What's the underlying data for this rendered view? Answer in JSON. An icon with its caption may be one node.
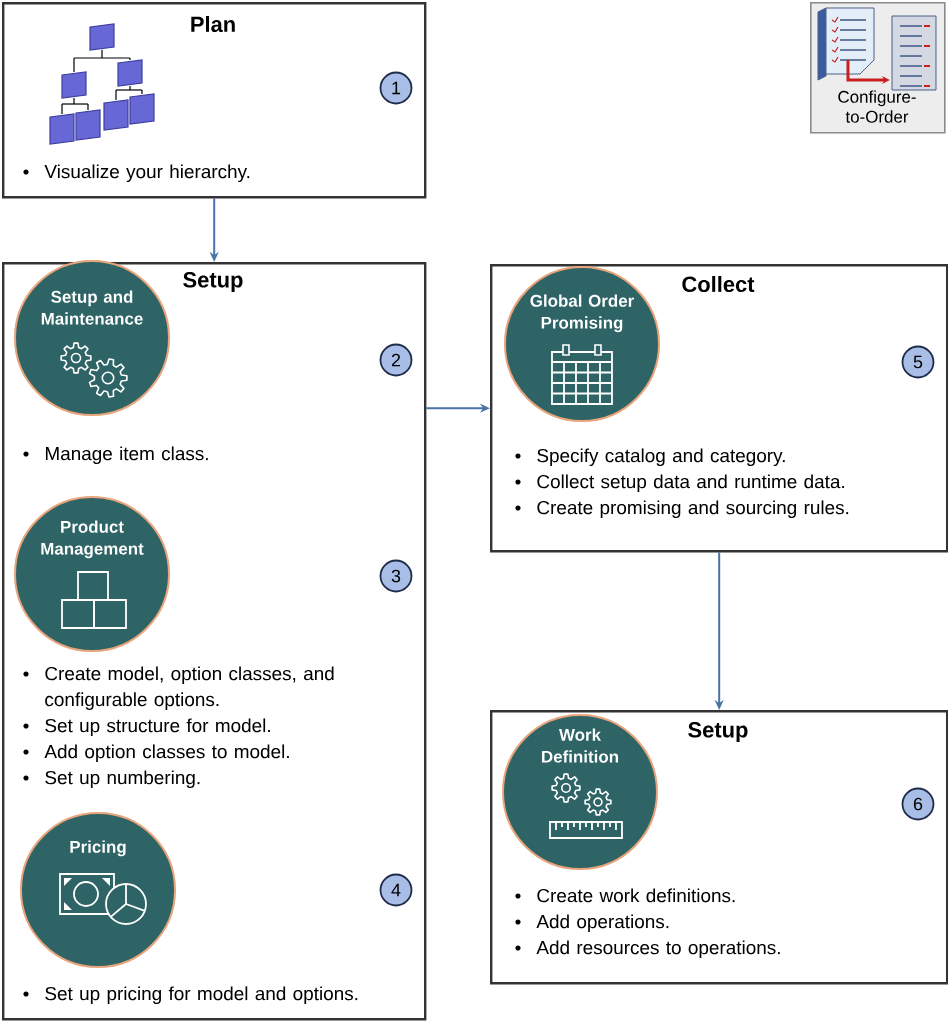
{
  "diagram": {
    "nodes": [
      {
        "text": [
          "Plan",
          "Visualize your hierarchy."
        ]
      },
      {
        "text": [
          "1"
        ],
        "in": 0
      },
      {
        "text": [
          "Setup",
          "Manage item class.",
          "Create model, option classes, and configurable options.",
          "Set up structure for model.",
          "Add option classes to model.",
          "Set up numbering.",
          "Set up pricing for model and options."
        ]
      },
      {
        "text": [
          "Setup and Maintenance"
        ],
        "in": 2
      },
      {
        "text": [
          "2"
        ],
        "in": 2
      },
      {
        "text": [
          "Product Management"
        ],
        "in": 2
      },
      {
        "text": [
          "3"
        ],
        "in": 2
      },
      {
        "text": [
          "Pricing"
        ],
        "in": 2
      },
      {
        "text": [
          "4"
        ],
        "in": 2
      },
      {
        "text": [
          "Collect",
          "Specify catalog and category.",
          "Collect setup data and runtime data.",
          "Create promising and sourcing rules."
        ]
      },
      {
        "text": [
          "Global Order Promising"
        ],
        "in": 9
      },
      {
        "text": [
          "5"
        ],
        "in": 9
      },
      {
        "text": [
          "Setup",
          "Create work definitions.",
          "Add operations.",
          "Add resources to operations."
        ]
      },
      {
        "text": [
          "Work Definition"
        ],
        "in": 12
      },
      {
        "text": [
          "6"
        ],
        "in": 12
      },
      {
        "text": [
          "Configure-to-Order"
        ]
      }
    ],
    "edges": [
      {
        "from": 0,
        "to": 2,
        "arrow": "to"
      },
      {
        "from": 2,
        "to": 9,
        "arrow": "to"
      },
      {
        "from": 9,
        "to": 12,
        "arrow": "to"
      }
    ]
  }
}
